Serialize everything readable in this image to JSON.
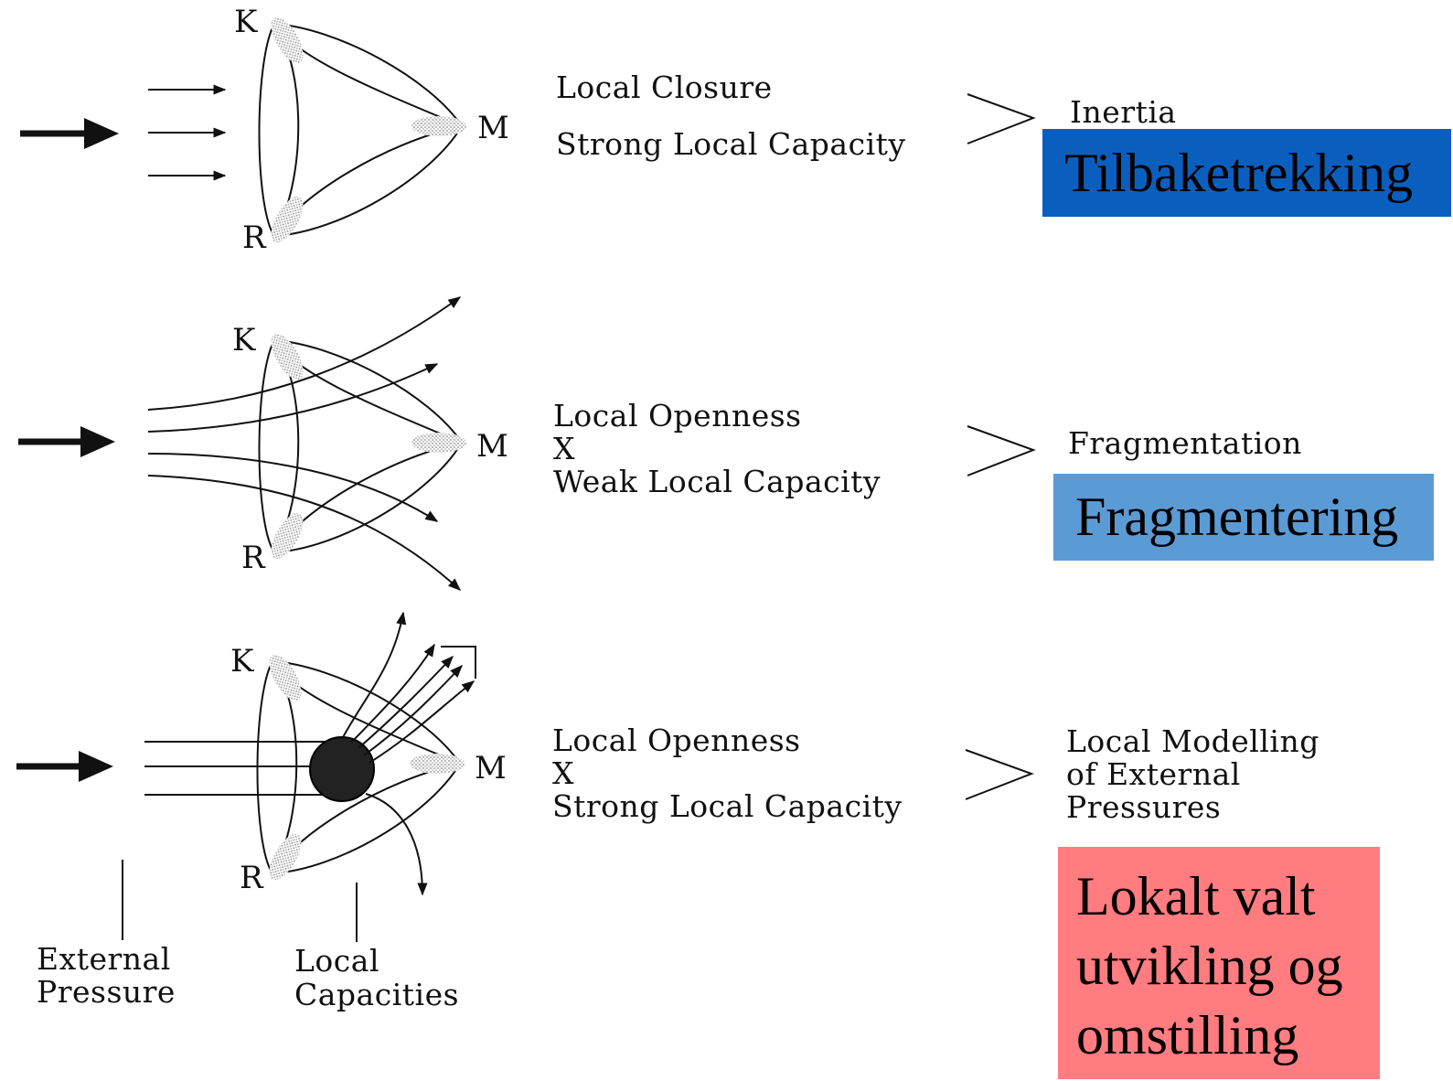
{
  "nodes": {
    "k": "K",
    "m": "M",
    "r": "R"
  },
  "rows": [
    {
      "condition": [
        "Local Closure",
        "Strong Local Capacity"
      ],
      "outcome": "Inertia",
      "norwegian": "Tilbaketrekking",
      "box_color": "#0a5fbe"
    },
    {
      "condition": [
        "Local Openness",
        "X",
        "Weak Local Capacity"
      ],
      "outcome": "Fragmentation",
      "norwegian": "Fragmentering",
      "box_color": "#5b9bd5"
    },
    {
      "condition": [
        "Local Openness",
        "X",
        "Strong Local Capacity"
      ],
      "outcome": "Local Modelling\nof External\nPressures",
      "outcome_lines": [
        "Local Modelling",
        "of External",
        "Pressures"
      ],
      "norwegian_lines": [
        "Lokalt valt",
        "utvikling og",
        "omstilling"
      ],
      "box_color": "#ff7c80"
    }
  ],
  "legend": {
    "external_pressure": [
      "External",
      "Pressure"
    ],
    "local_capacities": [
      "Local",
      "Capacities"
    ]
  }
}
